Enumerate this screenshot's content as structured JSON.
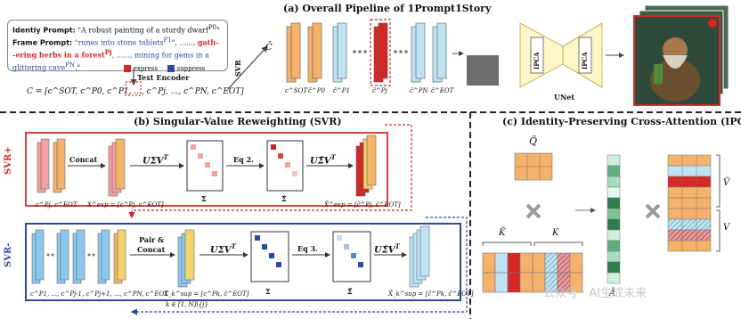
{
  "titles": {
    "a": "(a) Overall Pipeline of 1Prompt1Story",
    "b": "(b) Singular-Value Reweighting (SVR)",
    "c": "(c) Identity-Preserving Cross-Attention (IPCA)"
  },
  "prompt": {
    "identity_label": "Identiy Prompt:",
    "identity_text": "\"A robust painting of a sturdy dwarf",
    "identity_sup": "P0",
    "frame_label": "Frame Prompt:",
    "frame_text_1": "\"runes into stone tablets",
    "frame_sup_1": "P1",
    "frame_text_2": "\", ......,",
    "frame_red_1": "gath-",
    "frame_red_2": "-ering herbs in a forest",
    "frame_sup_j": "Pj",
    "frame_text_3": ", ......,  mining for gems in a",
    "frame_text_4": "glittering cave",
    "frame_sup_n": "PN",
    "frame_text_5": ".\"",
    "legend_express": "express",
    "legend_suppress": "suppress"
  },
  "labels": {
    "text_encoder": "Text Encoder",
    "svr_label": "SVR",
    "unet": "UNet",
    "ipca": "IPCA",
    "svr_plus": "SVR+",
    "svr_minus": "SVR-",
    "concat": "Concat",
    "pair_concat_1": "Pair &",
    "pair_concat_2": "Concat",
    "eq2": "Eq 2.",
    "eq3": "Eq 3.",
    "usv": "UΣV",
    "usv_hat": "UΣ̂V",
    "usv_tilde": "UΣ̃V",
    "sigma": "Σ",
    "sigma_hat": "Σ̂",
    "sigma_tilde": "Σ̃",
    "c_bar": "C̄",
    "c_seq": "C = [c^SOT, c^P0, c^P1, ..., c^Pj, ..., c^PN, c^EOT]",
    "cbar_tokens": [
      "c^SOT",
      "c̄^P0",
      "c̄^P1",
      "c̄^Pj",
      "c̄^PN",
      "c̄^EOT"
    ],
    "svr_plus_in": "c^Pj, c^EOT",
    "svr_plus_exp": "X^exp = [c^Pj, c^EOT]",
    "svr_plus_out": "X̂^exp = [ĉ^Pj, ĉ^EOT]",
    "svr_minus_in": "c^P1, ..., c^Pj-1, c^Pj+1, ..., c^PN, c^EOT",
    "svr_minus_sup": "X_k^sup = [c^Pk, ĉ^EOT]",
    "svr_minus_out": "X̃_k^sup = [c̃^Pk, c̃^EOT]",
    "k_range": "k ∈ [1, N]\\{j}",
    "q": "Q̃",
    "k_tilde": "K̃",
    "k": "K",
    "a_tilde": "Ã",
    "v_tilde": "Ṽ",
    "v": "V",
    "times": "×",
    "watermark": "公众号 · AI生成未来"
  },
  "colors": {
    "orange": "#f5b26b",
    "light_blue": "#bde3f5",
    "red": "#d62728",
    "dark_blue": "#2a4a9f",
    "green_dark": "#2e7d4f",
    "green_light": "#cfeedd",
    "svr_plus_border": "#d94545",
    "svr_minus_border": "#2a4a9f"
  }
}
